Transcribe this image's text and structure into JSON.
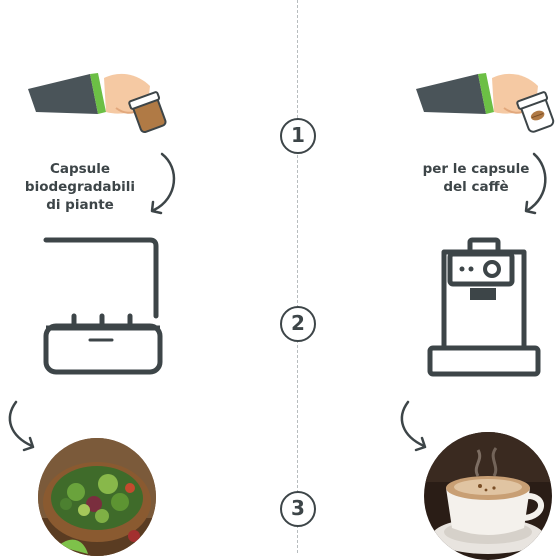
{
  "steps": [
    "1",
    "2",
    "3"
  ],
  "left_column": {
    "caption_lines": [
      "Capsule",
      "biodegradabili",
      "di piante"
    ],
    "step2_icon": "plant-pot-icon",
    "step3_icon": "salad-photo"
  },
  "right_column": {
    "caption_lines": [
      "per le capsule",
      "del caffè"
    ],
    "step2_icon": "coffee-machine-icon",
    "step3_icon": "cappuccino-photo"
  },
  "colors": {
    "ink": "#3d4548",
    "sleeve": "#4a5459",
    "cuff": "#6cbf45",
    "skin": "#f5c9a3",
    "capsule_brown": "#b07a45",
    "divider": "#b8bdbf"
  }
}
